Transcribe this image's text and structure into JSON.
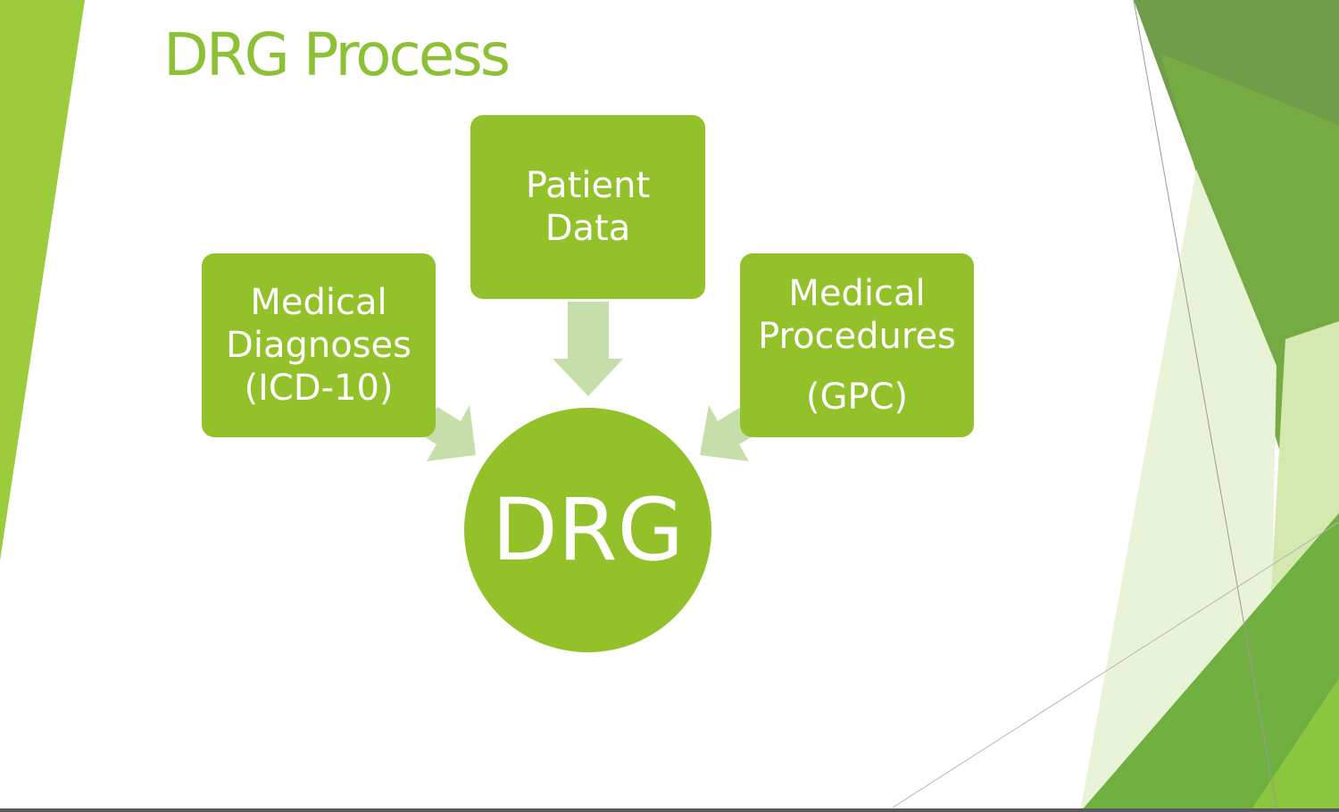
{
  "slide": {
    "title": "DRG Process"
  },
  "diagram": {
    "center": {
      "label": "DRG"
    },
    "inputs": {
      "top": {
        "lines": [
          "Patient",
          "Data"
        ]
      },
      "left": {
        "lines": [
          "Medical",
          "Diagnoses",
          "(ICD-10)"
        ]
      },
      "right": {
        "lines": [
          "Medical",
          "Procedures",
          "(GPC)"
        ]
      }
    }
  },
  "colors": {
    "title": "#8dc135",
    "box_fill": "#92c12a",
    "arrow_fill": "#c6dfaa",
    "text_on_box": "#ffffff",
    "left_band": "#9ccb3c"
  }
}
